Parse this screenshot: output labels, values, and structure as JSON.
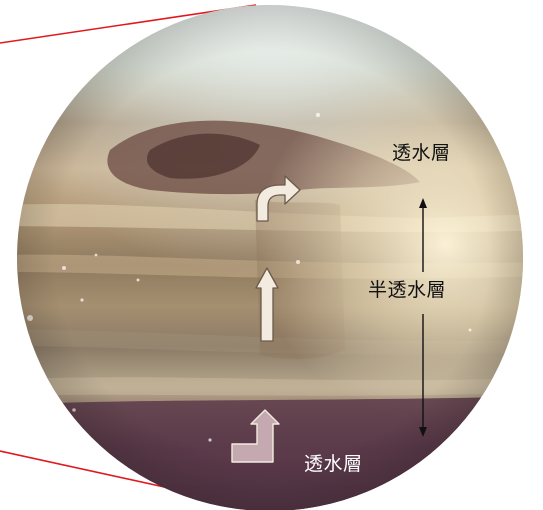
{
  "labels": {
    "top": "透水層",
    "middle": "半透水層",
    "bottom": "透水層"
  },
  "colors": {
    "callout_line": "#e0191f",
    "label_dark": "#111111",
    "label_light": "#ffffff",
    "arrow_fill": "#f3ebe0",
    "arrow_fill_bottom": "#c5a9b0",
    "arrow_stroke": "#6b5a4a",
    "dimension_arrow": "#111111"
  },
  "icons": {
    "flow_arrows": [
      "arrow-up-right-icon",
      "arrow-up-icon",
      "arrow-up-elbow-icon"
    ],
    "dimension": "double-headed-arrow-icon"
  }
}
